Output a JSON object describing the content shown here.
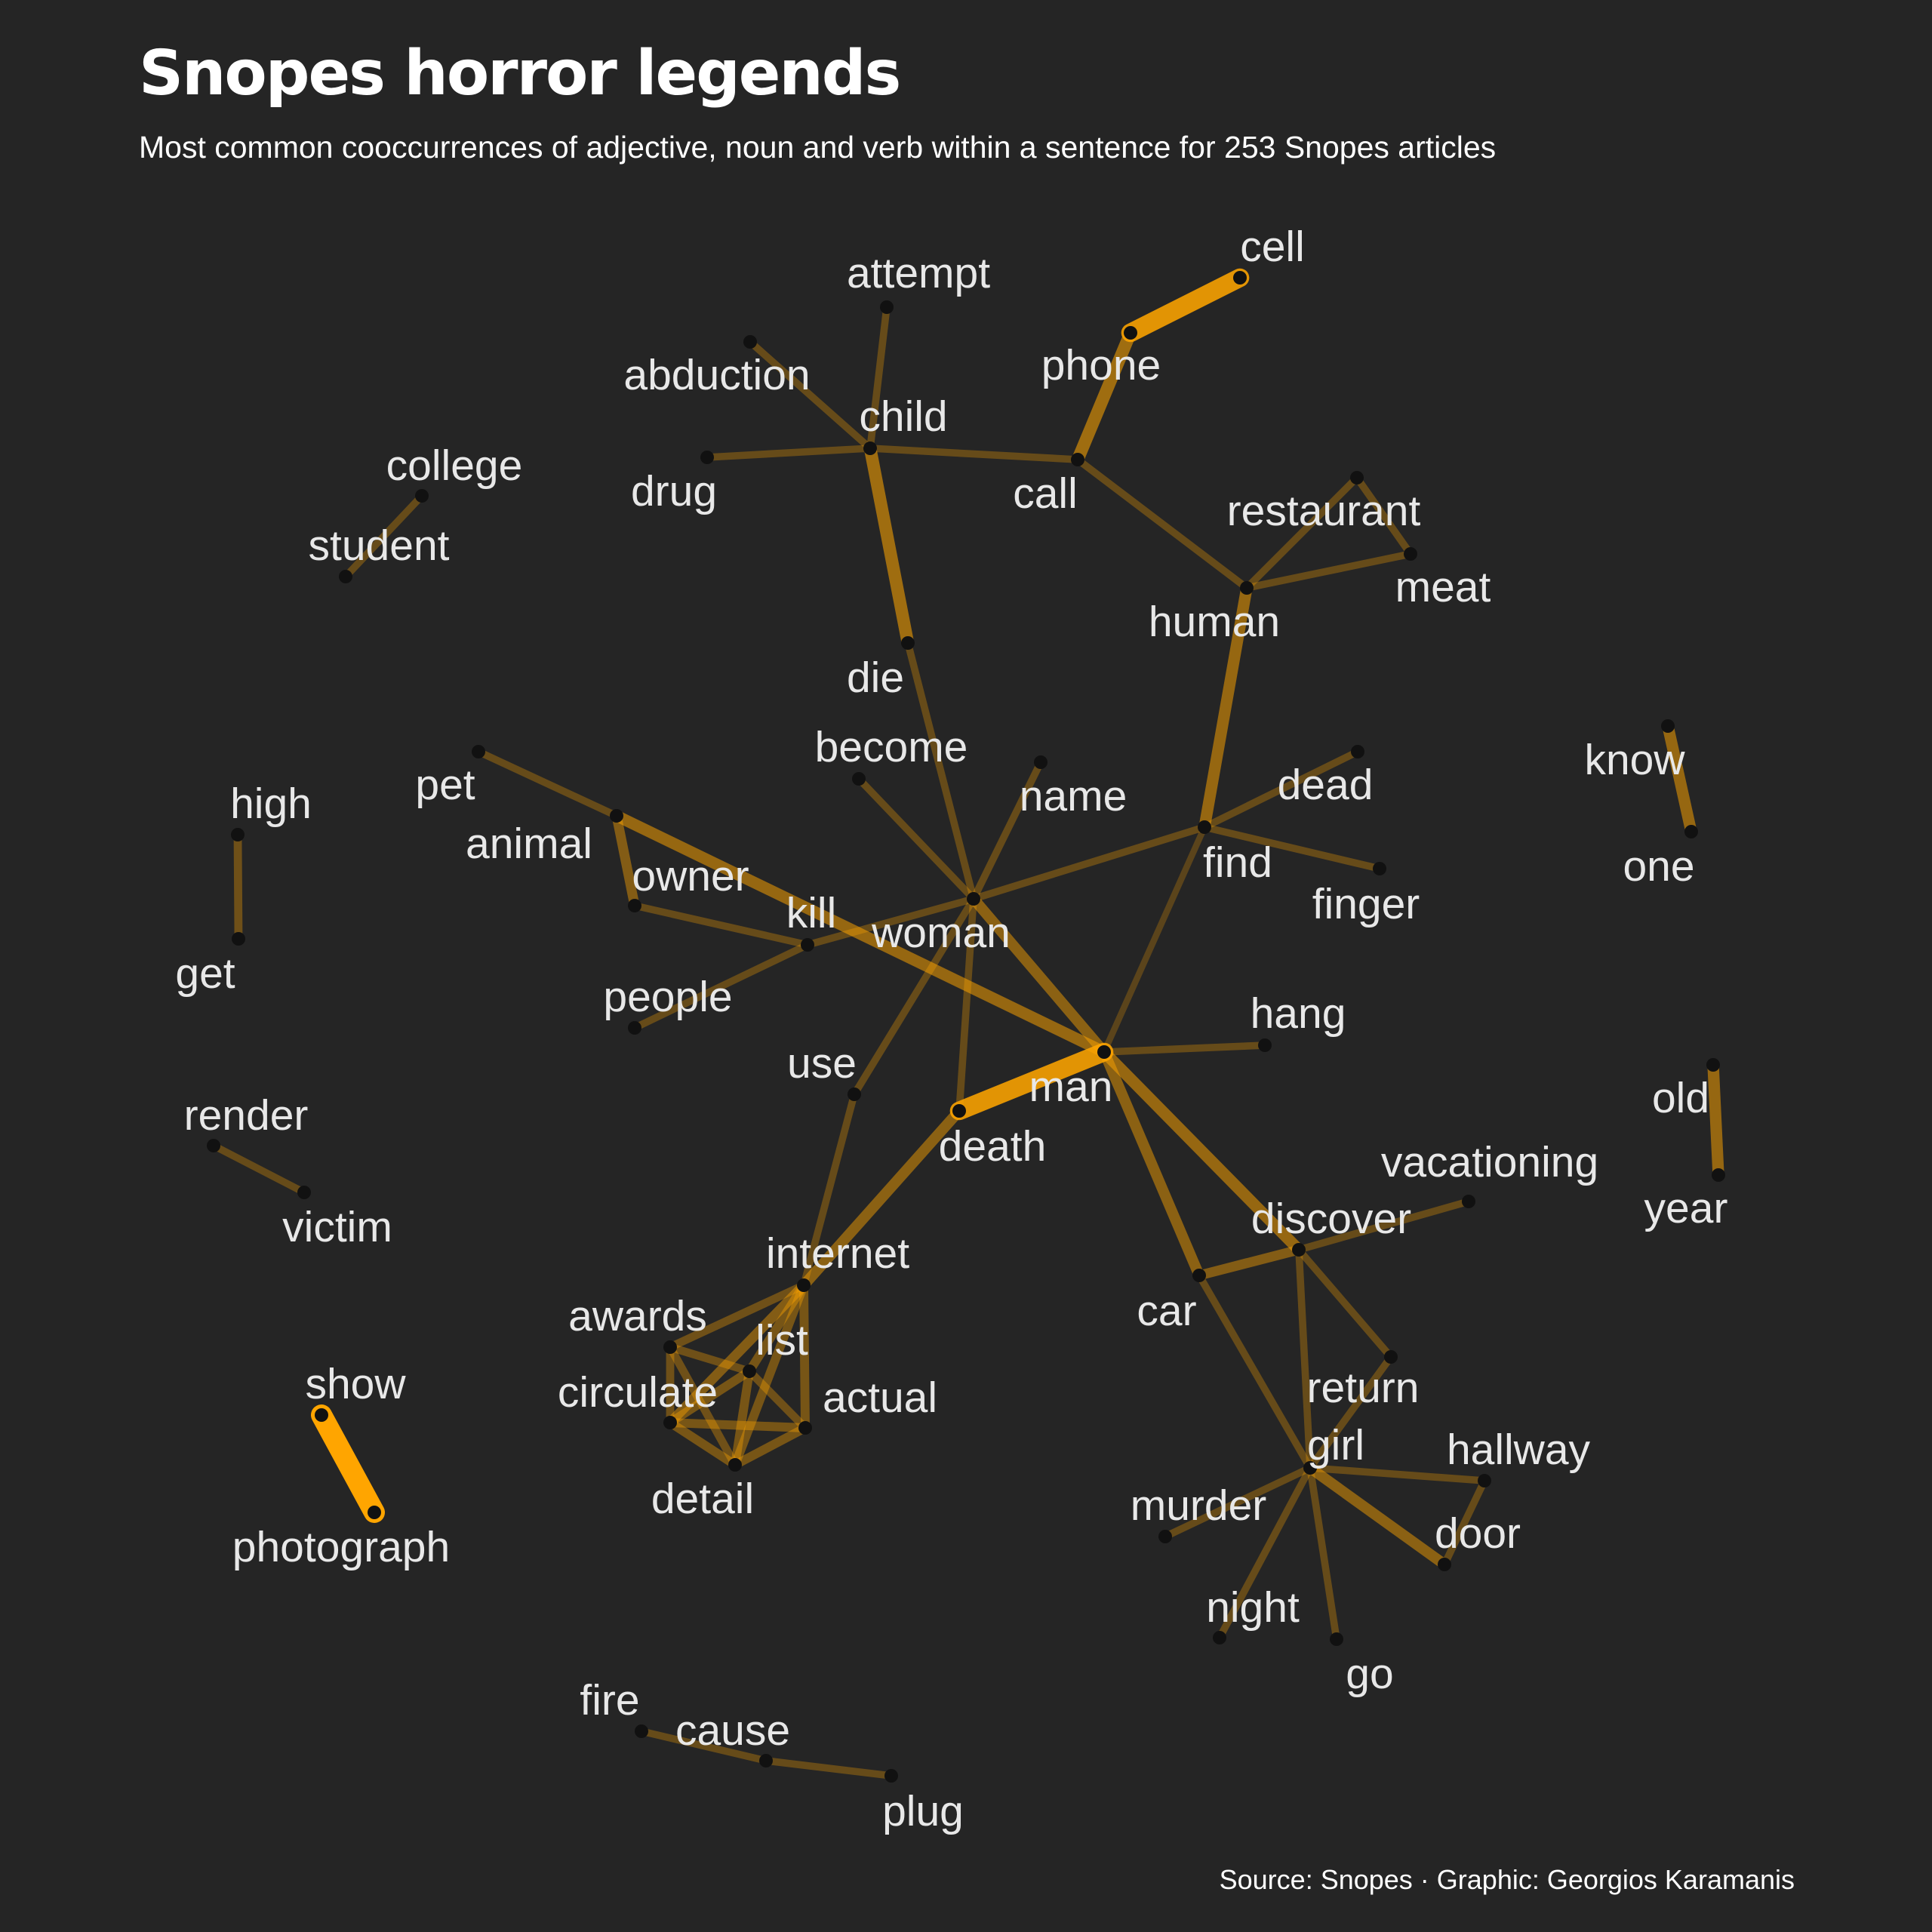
{
  "header": {
    "title": "Snopes horror legends",
    "subtitle": "Most common cooccurrences of adjective, noun and verb within a sentence for 253 Snopes articles"
  },
  "footer": {
    "caption": "Source: Snopes · Graphic: Georgios Karamanis"
  },
  "colors": {
    "background": "#252525",
    "edge": "#FFA500",
    "node": "#111111",
    "text": "#E8E8E8"
  },
  "chart_data": {
    "type": "network",
    "title": "Snopes horror legends",
    "subtitle": "Most common cooccurrences of adjective, noun and verb within a sentence for 253 Snopes articles",
    "nodes": [
      "cell",
      "phone",
      "attempt",
      "abduction",
      "child",
      "drug",
      "call",
      "college",
      "student",
      "restaurant",
      "meat",
      "human",
      "die",
      "become",
      "name",
      "dead",
      "know",
      "pet",
      "high",
      "animal",
      "find",
      "finger",
      "one",
      "owner",
      "kill",
      "woman",
      "get",
      "people",
      "hang",
      "use",
      "man",
      "old",
      "death",
      "render",
      "year",
      "vacationing",
      "discover",
      "victim",
      "internet",
      "car",
      "awards",
      "list",
      "circulate",
      "actual",
      "return",
      "show",
      "girl",
      "hallway",
      "detail",
      "murder",
      "door",
      "photograph",
      "night",
      "go",
      "fire",
      "cause",
      "plug"
    ],
    "edges": [
      {
        "source": "show",
        "target": "photograph",
        "weight": 1.0
      },
      {
        "source": "cell",
        "target": "phone",
        "weight": 0.85
      },
      {
        "source": "man",
        "target": "death",
        "weight": 0.85
      },
      {
        "source": "phone",
        "target": "call",
        "weight": 0.5
      },
      {
        "source": "child",
        "target": "die",
        "weight": 0.5
      },
      {
        "source": "human",
        "target": "find",
        "weight": 0.45
      },
      {
        "source": "animal",
        "target": "man",
        "weight": 0.45
      },
      {
        "source": "man",
        "target": "car",
        "weight": 0.4
      },
      {
        "source": "man",
        "target": "discover",
        "weight": 0.45
      },
      {
        "source": "death",
        "target": "internet",
        "weight": 0.4
      },
      {
        "source": "girl",
        "target": "door",
        "weight": 0.4
      },
      {
        "source": "know",
        "target": "one",
        "weight": 0.45
      },
      {
        "source": "old",
        "target": "year",
        "weight": 0.45
      },
      {
        "source": "woman",
        "target": "man",
        "weight": 0.4
      },
      {
        "source": "animal",
        "target": "owner",
        "weight": 0.35
      },
      {
        "source": "car",
        "target": "discover",
        "weight": 0.35
      },
      {
        "source": "internet",
        "target": "circulate",
        "weight": 0.35
      },
      {
        "source": "internet",
        "target": "detail",
        "weight": 0.3
      },
      {
        "source": "internet",
        "target": "actual",
        "weight": 0.3
      },
      {
        "source": "internet",
        "target": "list",
        "weight": 0.3
      },
      {
        "source": "internet",
        "target": "awards",
        "weight": 0.25
      },
      {
        "source": "circulate",
        "target": "detail",
        "weight": 0.3
      },
      {
        "source": "circulate",
        "target": "actual",
        "weight": 0.3
      },
      {
        "source": "detail",
        "target": "actual",
        "weight": 0.3
      },
      {
        "source": "list",
        "target": "circulate",
        "weight": 0.3
      },
      {
        "source": "list",
        "target": "detail",
        "weight": 0.3
      },
      {
        "source": "list",
        "target": "actual",
        "weight": 0.25
      },
      {
        "source": "awards",
        "target": "circulate",
        "weight": 0.25
      },
      {
        "source": "awards",
        "target": "detail",
        "weight": 0.25
      },
      {
        "source": "awards",
        "target": "list",
        "weight": 0.25
      },
      {
        "source": "high",
        "target": "get",
        "weight": 0.25
      },
      {
        "source": "attempt",
        "target": "child",
        "weight": 0.2
      },
      {
        "source": "abduction",
        "target": "child",
        "weight": 0.2
      },
      {
        "source": "drug",
        "target": "child",
        "weight": 0.2
      },
      {
        "source": "child",
        "target": "call",
        "weight": 0.2
      },
      {
        "source": "call",
        "target": "human",
        "weight": 0.2
      },
      {
        "source": "human",
        "target": "restaurant",
        "weight": 0.2
      },
      {
        "source": "human",
        "target": "meat",
        "weight": 0.2
      },
      {
        "source": "restaurant",
        "target": "meat",
        "weight": 0.2
      },
      {
        "source": "college",
        "target": "student",
        "weight": 0.2
      },
      {
        "source": "die",
        "target": "woman",
        "weight": 0.2
      },
      {
        "source": "become",
        "target": "woman",
        "weight": 0.2
      },
      {
        "source": "name",
        "target": "woman",
        "weight": 0.2
      },
      {
        "source": "woman",
        "target": "find",
        "weight": 0.2
      },
      {
        "source": "find",
        "target": "dead",
        "weight": 0.2
      },
      {
        "source": "find",
        "target": "finger",
        "weight": 0.2
      },
      {
        "source": "find",
        "target": "man",
        "weight": 0.15
      },
      {
        "source": "pet",
        "target": "animal",
        "weight": 0.2
      },
      {
        "source": "owner",
        "target": "kill",
        "weight": 0.2
      },
      {
        "source": "kill",
        "target": "woman",
        "weight": 0.2
      },
      {
        "source": "kill",
        "target": "people",
        "weight": 0.2
      },
      {
        "source": "woman",
        "target": "use",
        "weight": 0.2
      },
      {
        "source": "woman",
        "target": "death",
        "weight": 0.2
      },
      {
        "source": "use",
        "target": "internet",
        "weight": 0.2
      },
      {
        "source": "man",
        "target": "hang",
        "weight": 0.2
      },
      {
        "source": "render",
        "target": "victim",
        "weight": 0.2
      },
      {
        "source": "vacationing",
        "target": "discover",
        "weight": 0.2
      },
      {
        "source": "discover",
        "target": "girl",
        "weight": 0.2
      },
      {
        "source": "discover",
        "target": "return",
        "weight": 0.2
      },
      {
        "source": "return",
        "target": "girl",
        "weight": 0.2
      },
      {
        "source": "car",
        "target": "girl",
        "weight": 0.2
      },
      {
        "source": "girl",
        "target": "hallway",
        "weight": 0.2
      },
      {
        "source": "hallway",
        "target": "door",
        "weight": 0.2
      },
      {
        "source": "girl",
        "target": "murder",
        "weight": 0.2
      },
      {
        "source": "girl",
        "target": "night",
        "weight": 0.2
      },
      {
        "source": "girl",
        "target": "go",
        "weight": 0.2
      },
      {
        "source": "fire",
        "target": "cause",
        "weight": 0.2
      },
      {
        "source": "cause",
        "target": "plug",
        "weight": 0.2
      }
    ]
  }
}
